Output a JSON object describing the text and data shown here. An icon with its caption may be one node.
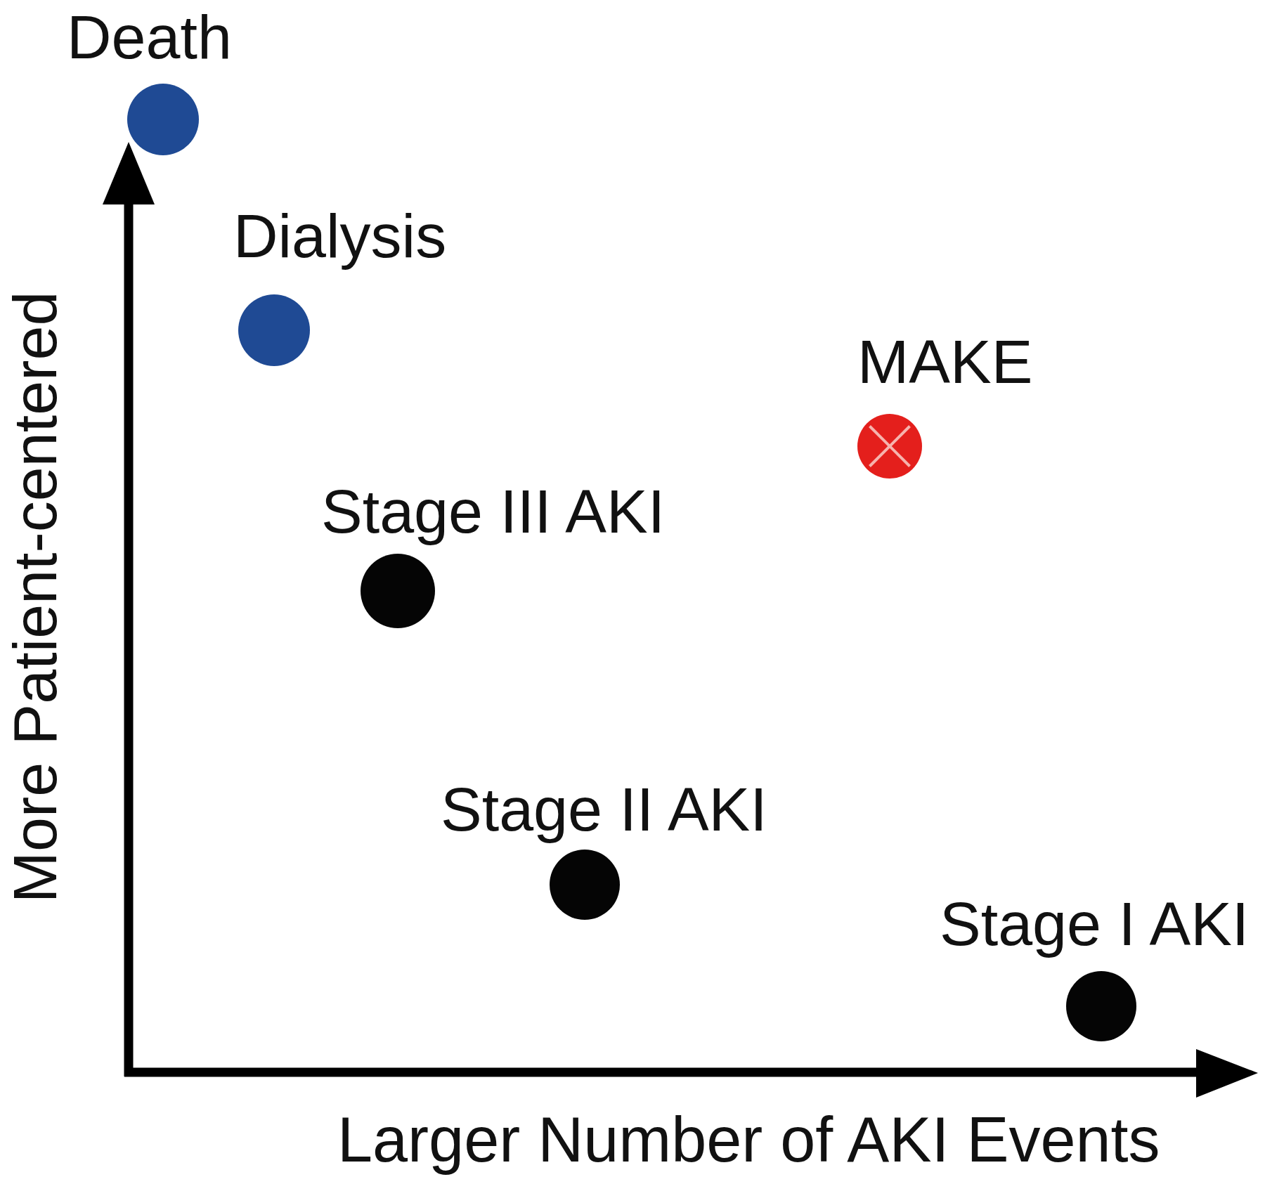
{
  "diagram": {
    "nodes": [
      {
        "text": [
          "Death"
        ]
      },
      {
        "text": [
          "Dialysis"
        ]
      },
      {
        "text": [
          "MAKE"
        ]
      },
      {
        "text": [
          "Stage III AKI"
        ]
      },
      {
        "text": [
          "Stage II AKI"
        ]
      },
      {
        "text": [
          "Stage I AKI"
        ]
      }
    ],
    "labels": [
      "More Patient-centered",
      "Larger Number of AKI Events"
    ]
  }
}
